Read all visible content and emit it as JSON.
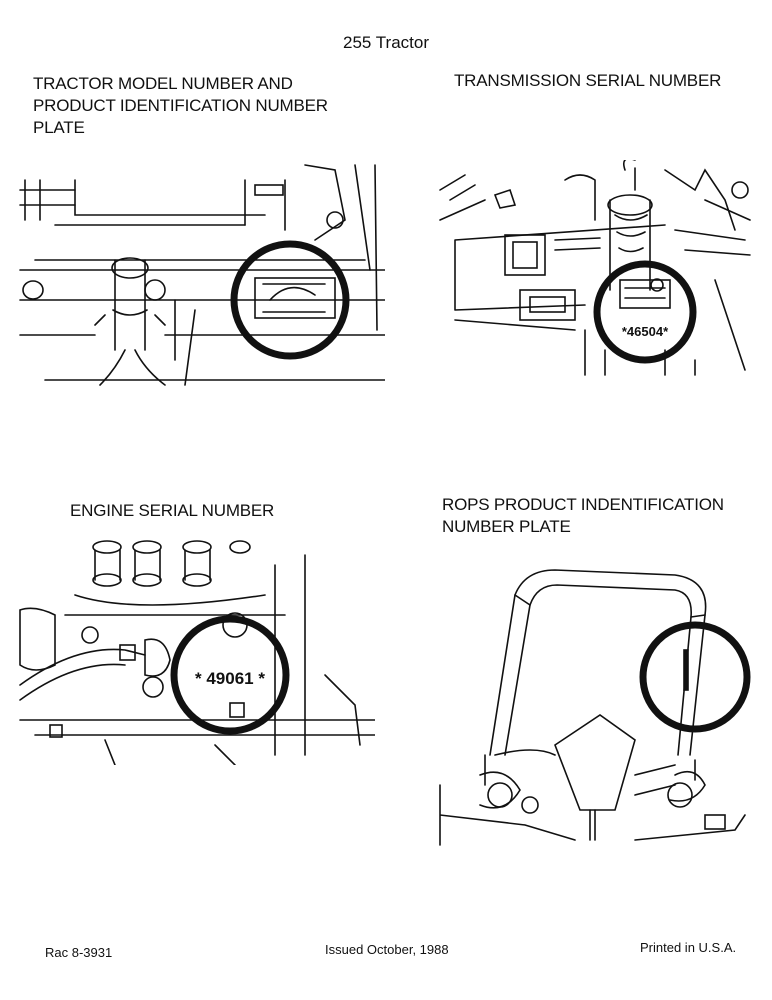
{
  "document": {
    "title": "255 Tractor",
    "sections": [
      {
        "heading": "TRACTOR MODEL NUMBER AND\nPRODUCT IDENTIFICATION NUMBER\nPLATE"
      },
      {
        "heading": "TRANSMISSION SERIAL NUMBER",
        "callout": "*46504*"
      },
      {
        "heading": "ENGINE SERIAL NUMBER",
        "callout": "* 49061 *"
      },
      {
        "heading": "ROPS PRODUCT INDENTIFICATION\nNUMBER PLATE"
      }
    ],
    "footer": {
      "left": "Rac 8-3931",
      "center": "Issued October, 1988",
      "right": "Printed in U.S.A."
    }
  }
}
